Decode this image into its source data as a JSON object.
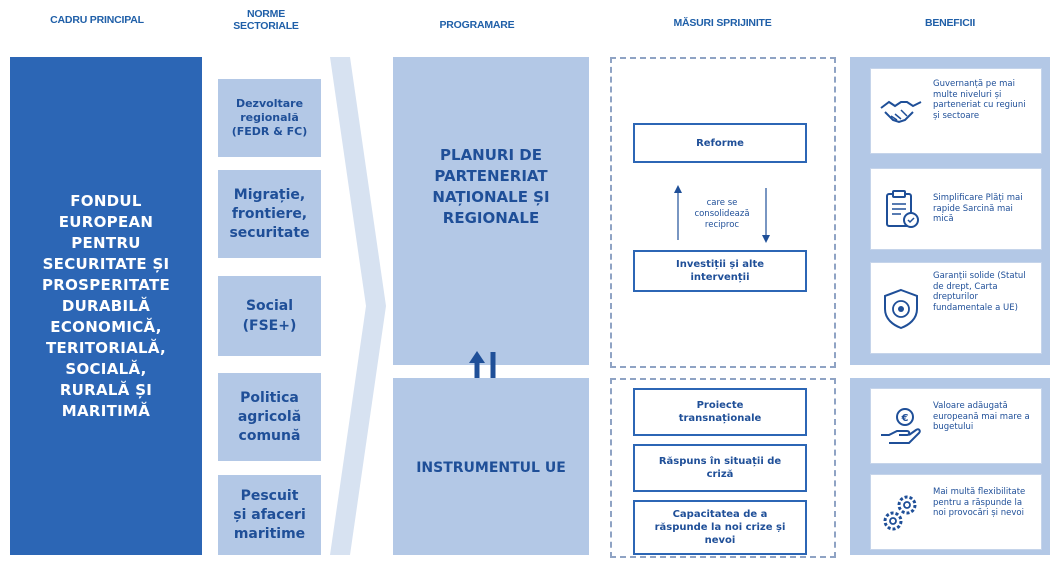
{
  "headers": {
    "cadru": "CADRU PRINCIPAL",
    "norme": "NORME SECTORIALE",
    "programare": "PROGRAMARE",
    "masuri": "MĂSURI SPRIJINITE",
    "beneficii": "BENEFICII"
  },
  "main_fund": "FONDUL EUROPEAN PENTRU SECURITATE ȘI PROSPERITATE DURABILĂ ECONOMICĂ, TERITORIALĂ, SOCIALĂ, RURALĂ ȘI MARITIMĂ",
  "sectors": [
    "Dezvoltare regională (FEDR & FC)",
    "Migrație, frontiere, securitate",
    "Social (FSE+)",
    "Politica agricolă comună",
    "Pescuit și afaceri maritime"
  ],
  "programare": {
    "plans": "PLANURI DE PARTENERIAT NAȚIONALE ȘI REGIONALE",
    "instrument": "INSTRUMENTUL UE"
  },
  "masuri": {
    "reforme": "Reforme",
    "consolidare": "care se consolidează reciproc",
    "investitii": "Investiții și alte intervenții",
    "proiecte": "Proiecte transnaționale",
    "raspuns": "Răspuns în situații de criză",
    "capacitate": "Capacitatea de a răspunde la noi crize și nevoi"
  },
  "beneficii": [
    {
      "icon": "handshake-icon",
      "text": "Guvernanță pe mai multe niveluri și parteneriat cu regiuni și sectoare"
    },
    {
      "icon": "clipboard-icon",
      "text": "Simplificare Plăți mai rapide Sarcină mai mică"
    },
    {
      "icon": "shield-icon",
      "text": "Garanții solide (Statul de drept, Carta drepturilor fundamentale a UE)"
    },
    {
      "icon": "hand-coin-icon",
      "text": "Valoare adăugată europeană mai mare a bugetului"
    },
    {
      "icon": "gears-icon",
      "text": "Mai multă flexibilitate pentru a răspunde la noi provocări și nevoi"
    }
  ],
  "colors": {
    "primary": "#2c66b5",
    "light": "#b3c8e6",
    "text": "#1f4f98"
  }
}
